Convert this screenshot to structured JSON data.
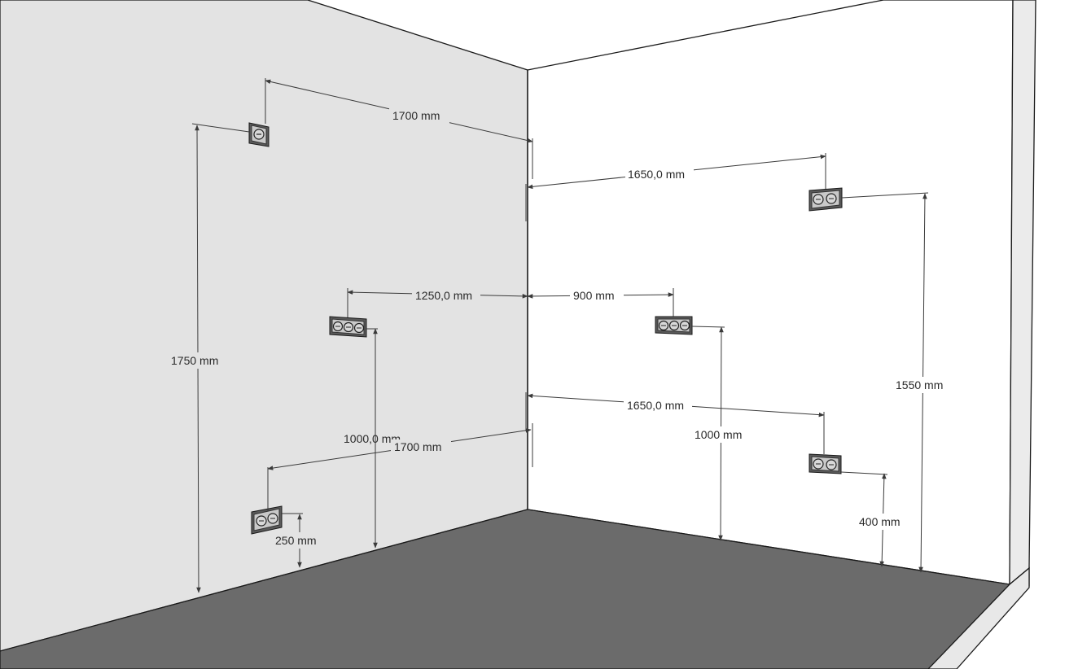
{
  "colors": {
    "left_wall": "#e3e3e3",
    "right_wall": "#ffffff",
    "floor": "#6b6b6b",
    "edge": "#1a1a1a",
    "socket_frame": "#5a5a5a",
    "socket_face": "#c9c9c9"
  },
  "dimensions": {
    "left_top_horizontal": "1700 mm",
    "left_top_height": "1750 mm",
    "left_mid_horizontal": "1250,0 mm",
    "left_mid_height": "1000,0 mm",
    "left_low_horizontal": "1700 mm",
    "left_low_height": "250 mm",
    "right_top_horizontal": "1650,0 mm",
    "right_top_height": "1550 mm",
    "right_mid_horizontal": "900 mm",
    "right_mid_height": "1000 mm",
    "right_low_horizontal": "1650,0 mm",
    "right_low_height": "400 mm"
  },
  "sockets": [
    {
      "id": "left-top",
      "gangs": 1
    },
    {
      "id": "left-mid",
      "gangs": 3
    },
    {
      "id": "left-low",
      "gangs": 2
    },
    {
      "id": "right-top",
      "gangs": 2
    },
    {
      "id": "right-mid",
      "gangs": 3
    },
    {
      "id": "right-low",
      "gangs": 2
    }
  ]
}
